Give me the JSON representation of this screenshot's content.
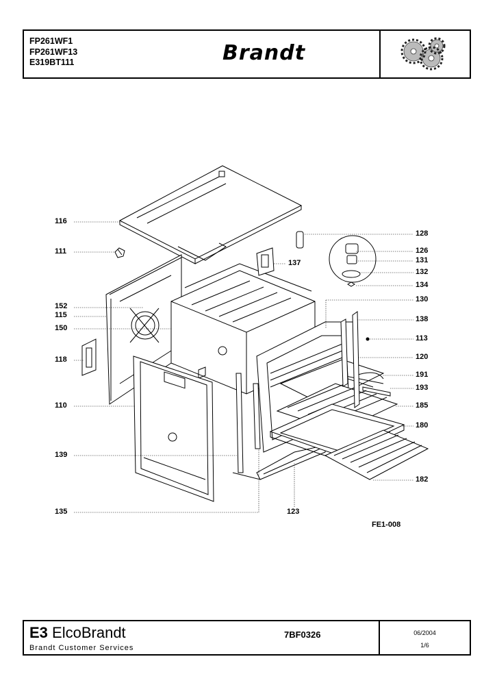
{
  "header": {
    "models": [
      "FP261WF1",
      "FP261WF13",
      "E319BT111"
    ],
    "brand": "Brandt",
    "logo_icon": "gears-icon"
  },
  "diagram": {
    "figure_ref": "FE1-008",
    "parts_left": [
      {
        "id": "116"
      },
      {
        "id": "111"
      },
      {
        "id": "152"
      },
      {
        "id": "115"
      },
      {
        "id": "150"
      },
      {
        "id": "118"
      },
      {
        "id": "110"
      },
      {
        "id": "139"
      },
      {
        "id": "135"
      }
    ],
    "parts_right": [
      {
        "id": "128"
      },
      {
        "id": "126"
      },
      {
        "id": "131"
      },
      {
        "id": "132"
      },
      {
        "id": "134"
      },
      {
        "id": "130"
      },
      {
        "id": "138"
      },
      {
        "id": "113"
      },
      {
        "id": "120"
      },
      {
        "id": "191"
      },
      {
        "id": "193"
      },
      {
        "id": "185"
      },
      {
        "id": "180"
      },
      {
        "id": "182"
      }
    ],
    "parts_center": [
      {
        "id": "137"
      },
      {
        "id": "123"
      }
    ]
  },
  "footer": {
    "company_mark": "E3",
    "company": "ElcoBrandt",
    "department": "Brandt Customer Services",
    "reference": "7BF0326",
    "date": "06/2004",
    "page": "1/6"
  }
}
